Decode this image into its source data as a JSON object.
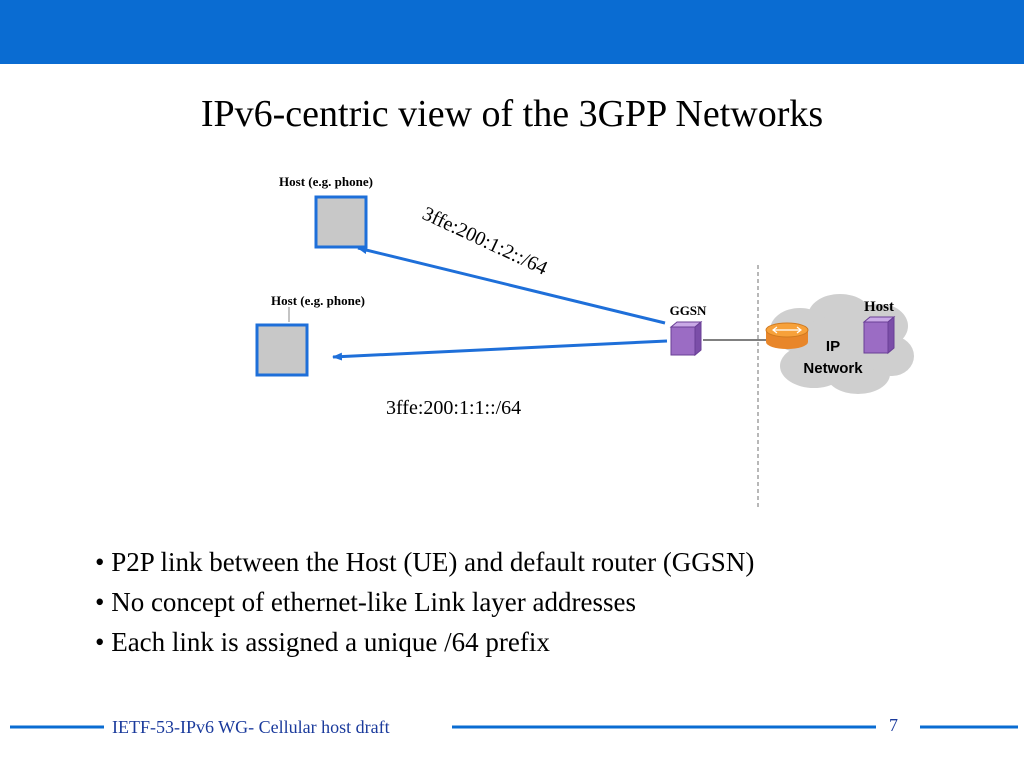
{
  "slide": {
    "title": "IPv6-centric view of the 3GPP Networks",
    "page_number": "7",
    "footer": "IETF-53-IPv6 WG- Cellular host draft"
  },
  "diagram": {
    "host_top_label": "Host (e.g. phone)",
    "host_mid_label": "Host (e.g. phone)",
    "ggsn_label": "GGSN",
    "remote_host_label": "Host",
    "cloud_label_line1": "IP",
    "cloud_label_line2": "Network",
    "prefix_top": "3ffe:200:1:2::/64",
    "prefix_bottom": "3ffe:200:1:1::/64"
  },
  "bullets": [
    "• P2P link between the Host (UE) and default router (GGSN)",
    "• No concept of ethernet-like Link layer addresses",
    "• Each link is assigned a unique /64 prefix"
  ],
  "colors": {
    "header_bar": "#0a6cd2",
    "link_arrow": "#1e6fd9",
    "host_fill": "#c8c8c8",
    "ggsn_fill": "#9b6cc4",
    "router_fill": "#f7a13a",
    "cloud_fill": "#cfcfcf",
    "footer_text": "#1a3a9c"
  }
}
